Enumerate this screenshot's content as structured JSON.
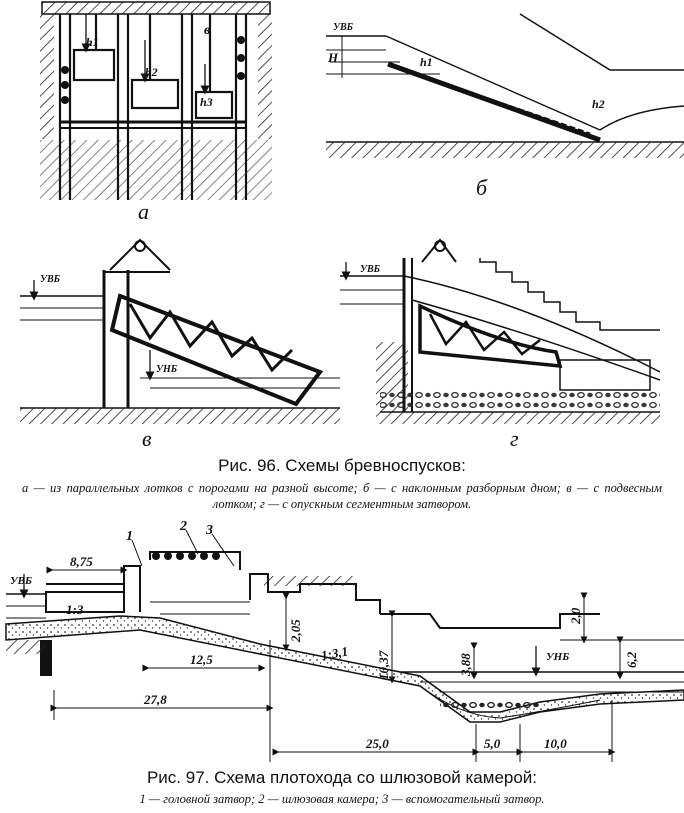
{
  "fig96": {
    "panels": {
      "a": {
        "letter": "а",
        "h1": "h1",
        "h2": "h2",
        "h3": "h3",
        "v": "в"
      },
      "b": {
        "letter": "б",
        "uvb": "УВБ",
        "h": "H",
        "h1": "h1",
        "h2": "h2"
      },
      "v": {
        "letter": "в",
        "uvb": "УВБ",
        "unb": "УНБ"
      },
      "g": {
        "letter": "г",
        "uvb": "УВБ"
      }
    },
    "caption": "Рис. 96. Схемы бревноспусков:",
    "legend": "а — из параллельных лотков с порогами на разной высоте; б — с наклонным разборным дном; в — с подвесным лотком; г — с опускным сегментным затвором."
  },
  "fig97": {
    "uvb": "УВБ",
    "unb": "УНБ",
    "callouts": [
      "1",
      "2",
      "3"
    ],
    "slopes": [
      "1:3",
      "1:3,1"
    ],
    "dims": {
      "d875": "8,75",
      "d125": "12,5",
      "d278": "27,8",
      "d205": "2,05",
      "d1037": "10,37",
      "d388": "3,88",
      "d250": "25,0",
      "d50": "5,0",
      "d100": "10,0",
      "d20": "2,0",
      "d62": "6,2"
    },
    "caption": "Рис. 97. Схема плотохода со шлюзовой камерой:",
    "legend": "1 — головной затвор; 2 — шлюзовая камера; 3 — вспомогательный затвор."
  }
}
